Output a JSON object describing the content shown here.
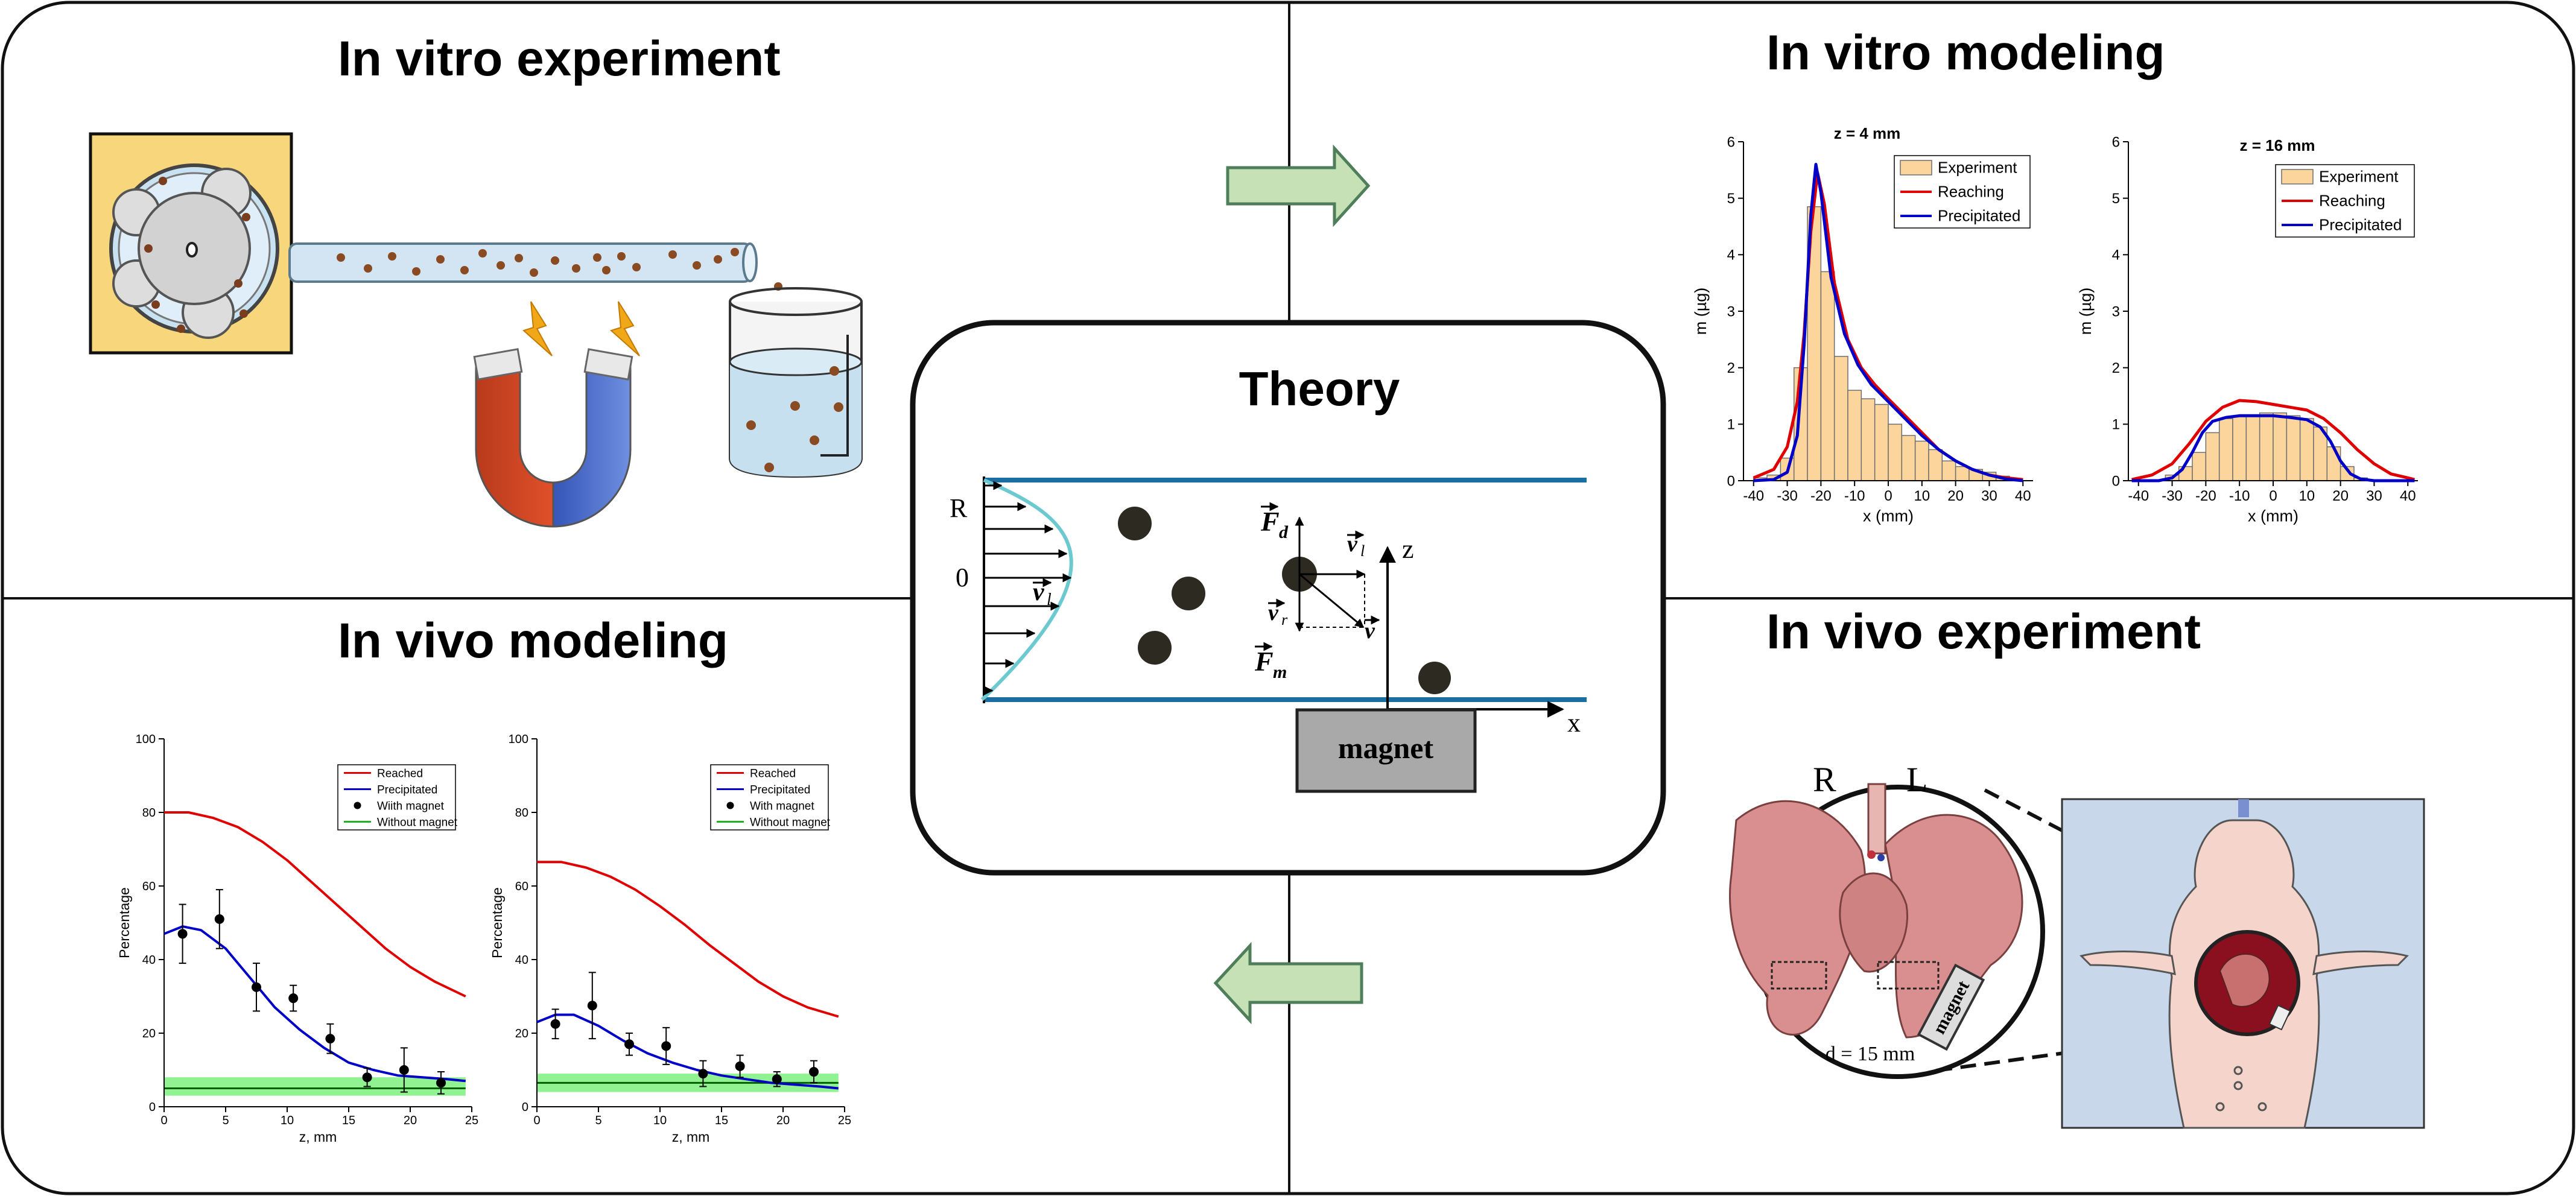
{
  "headings": {
    "in_vitro_experiment": "In vitro experiment",
    "in_vitro_modeling": "In vitro modeling",
    "in_vivo_modeling": "In vivo modeling",
    "in_vivo_experiment": "In vivo experiment",
    "theory": "Theory"
  },
  "theory_panel": {
    "label_R": "R",
    "label_0": "0",
    "label_z": "z",
    "label_x": "x",
    "magnet": "magnet",
    "Fd": "F",
    "Fd_sub": "d",
    "Fm": "F",
    "Fm_sub": "m",
    "vl": "v",
    "vl_sub": "l",
    "vr": "v",
    "vr_sub": "r",
    "v": "v"
  },
  "in_vivo_experiment": {
    "label_R": "R",
    "label_L": "L",
    "distance": "d = 15 mm",
    "magnet": "magnet"
  },
  "colors": {
    "bar_fill": "#fbd59b",
    "reaching": "#e00000",
    "precipitated": "#0000c8",
    "band": "#7cf07c",
    "arrow_fill": "#c6e1b5",
    "arrow_stroke": "#4f7f5a",
    "tube": "#1a6fa0",
    "profile": "#6cc9cf",
    "particle": "#2d2a22",
    "lung": "#d98f8f"
  },
  "chart_data": [
    {
      "type": "bar",
      "title": "z = 4 mm",
      "xlabel": "x (mm)",
      "ylabel": "m (µg)",
      "xlim": [
        -43,
        43
      ],
      "ylim": [
        0,
        6
      ],
      "xticks": [
        -40,
        -30,
        -20,
        -10,
        0,
        10,
        20,
        30,
        40
      ],
      "yticks": [
        0,
        1,
        2,
        3,
        4,
        5,
        6
      ],
      "bin_width": 4,
      "bins": [
        -38,
        -34,
        -30,
        -26,
        -22,
        -18,
        -14,
        -10,
        -6,
        -2,
        2,
        6,
        10,
        14,
        18,
        22,
        26,
        30,
        34
      ],
      "values": [
        0.05,
        0.1,
        0.4,
        2.0,
        4.85,
        3.7,
        2.2,
        1.6,
        1.45,
        1.35,
        1.0,
        0.8,
        0.7,
        0.55,
        0.35,
        0.25,
        0.2,
        0.15,
        0.08
      ],
      "legend": [
        "Experiment",
        "Reaching",
        "Precipitated"
      ],
      "series": [
        {
          "name": "Reaching",
          "x": [
            -40,
            -34,
            -30,
            -27,
            -25,
            -23,
            -21,
            -19,
            -16,
            -12,
            -8,
            -4,
            0,
            5,
            10,
            15,
            20,
            25,
            30,
            35,
            40
          ],
          "y": [
            0.05,
            0.2,
            0.6,
            1.4,
            2.6,
            4.4,
            5.45,
            4.9,
            3.5,
            2.5,
            2.0,
            1.7,
            1.45,
            1.15,
            0.85,
            0.55,
            0.35,
            0.2,
            0.1,
            0.05,
            0.02
          ]
        },
        {
          "name": "Precipitated",
          "x": [
            -40,
            -34,
            -30,
            -27,
            -25,
            -23,
            -21.5,
            -20,
            -17,
            -13,
            -9,
            -5,
            0,
            5,
            10,
            15,
            20,
            25,
            30,
            35,
            40
          ],
          "y": [
            0.0,
            0.02,
            0.15,
            0.8,
            2.4,
            4.7,
            5.6,
            5.1,
            3.6,
            2.6,
            2.05,
            1.7,
            1.4,
            1.1,
            0.8,
            0.55,
            0.35,
            0.2,
            0.1,
            0.03,
            0.0
          ]
        }
      ]
    },
    {
      "type": "bar",
      "title": "z = 16 mm",
      "xlabel": "x (mm)",
      "ylabel": "m (µg)",
      "xlim": [
        -43,
        43
      ],
      "ylim": [
        0,
        6
      ],
      "xticks": [
        -40,
        -30,
        -20,
        -10,
        0,
        10,
        20,
        30,
        40
      ],
      "yticks": [
        0,
        1,
        2,
        3,
        4,
        5,
        6
      ],
      "bin_width": 4,
      "bins": [
        -38,
        -34,
        -30,
        -26,
        -22,
        -18,
        -14,
        -10,
        -6,
        -2,
        2,
        6,
        10,
        14,
        18,
        22,
        26,
        30,
        34
      ],
      "values": [
        0.0,
        0.0,
        0.1,
        0.25,
        0.5,
        0.85,
        1.1,
        1.15,
        1.15,
        1.2,
        1.2,
        1.15,
        1.1,
        0.95,
        0.6,
        0.25,
        0.05,
        0.0,
        0.0
      ],
      "legend": [
        "Experiment",
        "Reaching",
        "Precipitated"
      ],
      "series": [
        {
          "name": "Reaching",
          "x": [
            -42,
            -36,
            -30,
            -25,
            -20,
            -15,
            -10,
            -5,
            0,
            5,
            10,
            15,
            20,
            25,
            30,
            35,
            40,
            42
          ],
          "y": [
            0.02,
            0.1,
            0.3,
            0.65,
            1.05,
            1.3,
            1.42,
            1.4,
            1.35,
            1.3,
            1.25,
            1.1,
            0.85,
            0.55,
            0.3,
            0.12,
            0.05,
            0.02
          ]
        },
        {
          "name": "Precipitated",
          "x": [
            -42,
            -34,
            -30,
            -27,
            -24,
            -21,
            -18,
            -14,
            -10,
            -5,
            0,
            5,
            10,
            14,
            17,
            20,
            23,
            26,
            30,
            42
          ],
          "y": [
            0.0,
            0.0,
            0.05,
            0.2,
            0.5,
            0.85,
            1.05,
            1.12,
            1.15,
            1.15,
            1.15,
            1.12,
            1.08,
            0.95,
            0.7,
            0.35,
            0.12,
            0.03,
            0.0,
            0.0
          ]
        }
      ]
    },
    {
      "type": "line",
      "xlabel": "z, mm",
      "ylabel": "Percentage",
      "xlim": [
        0,
        25
      ],
      "ylim": [
        0,
        100
      ],
      "xticks": [
        0,
        5,
        10,
        15,
        20,
        25
      ],
      "yticks": [
        0,
        20,
        40,
        60,
        80,
        100
      ],
      "legend": [
        "Reached",
        "Precipitated",
        "Wiith magnet",
        "Without magnet"
      ],
      "series": [
        {
          "name": "Reached",
          "x": [
            0,
            2,
            4,
            6,
            8,
            10,
            12,
            14,
            16,
            18,
            20,
            22,
            24.5
          ],
          "y": [
            80,
            80,
            78.5,
            76,
            72,
            67,
            61,
            55,
            49,
            43,
            38,
            34,
            30
          ]
        },
        {
          "name": "Precipitated",
          "x": [
            0,
            1.5,
            3,
            5,
            7,
            9,
            11,
            13,
            15,
            17,
            19,
            21,
            23,
            24.5
          ],
          "y": [
            47,
            49,
            48,
            43,
            35,
            27,
            21,
            16,
            12,
            10,
            8.5,
            8,
            7.5,
            7
          ]
        },
        {
          "name": "Wiith magnet",
          "x": [
            1.5,
            4.5,
            7.5,
            10.5,
            13.5,
            16.5,
            19.5,
            22.5
          ],
          "y": [
            47,
            51,
            32.5,
            29.5,
            18.5,
            8,
            10,
            6.5
          ],
          "err": [
            8,
            8,
            6.5,
            3.5,
            4,
            2.5,
            6,
            3
          ]
        },
        {
          "name": "Without magnet",
          "x": [
            0,
            24.5
          ],
          "y": [
            5,
            5
          ],
          "band": [
            3,
            8
          ]
        }
      ]
    },
    {
      "type": "line",
      "xlabel": "z, mm",
      "ylabel": "Percentage",
      "xlim": [
        0,
        25
      ],
      "ylim": [
        0,
        100
      ],
      "xticks": [
        0,
        5,
        10,
        15,
        20,
        25
      ],
      "yticks": [
        0,
        20,
        40,
        60,
        80,
        100
      ],
      "legend": [
        "Reached",
        "Precipitated",
        "With magnet",
        "Without magnet"
      ],
      "series": [
        {
          "name": "Reached",
          "x": [
            0,
            2,
            4,
            6,
            8,
            10,
            12,
            14,
            16,
            18,
            20,
            22,
            24.5
          ],
          "y": [
            66.5,
            66.5,
            65,
            62.5,
            59,
            54.5,
            49.5,
            44,
            39,
            34,
            30,
            27,
            24.5
          ]
        },
        {
          "name": "Precipitated",
          "x": [
            0,
            1.5,
            3,
            5,
            7,
            9,
            11,
            13,
            15,
            17,
            19,
            21,
            23,
            24.5
          ],
          "y": [
            23,
            25,
            25,
            22,
            18,
            14.5,
            12,
            10,
            8.5,
            7.5,
            6.5,
            6,
            5.5,
            5
          ]
        },
        {
          "name": "With magnet",
          "x": [
            1.5,
            4.5,
            7.5,
            10.5,
            13.5,
            16.5,
            19.5,
            22.5
          ],
          "y": [
            22.5,
            27.5,
            17,
            16.5,
            9,
            11,
            7.5,
            9.5
          ],
          "err": [
            4,
            9,
            3,
            5,
            3.5,
            3,
            2,
            3
          ]
        },
        {
          "name": "Without magnet",
          "x": [
            0,
            24.5
          ],
          "y": [
            6.5,
            6.5
          ],
          "band": [
            4,
            9
          ]
        }
      ]
    }
  ]
}
